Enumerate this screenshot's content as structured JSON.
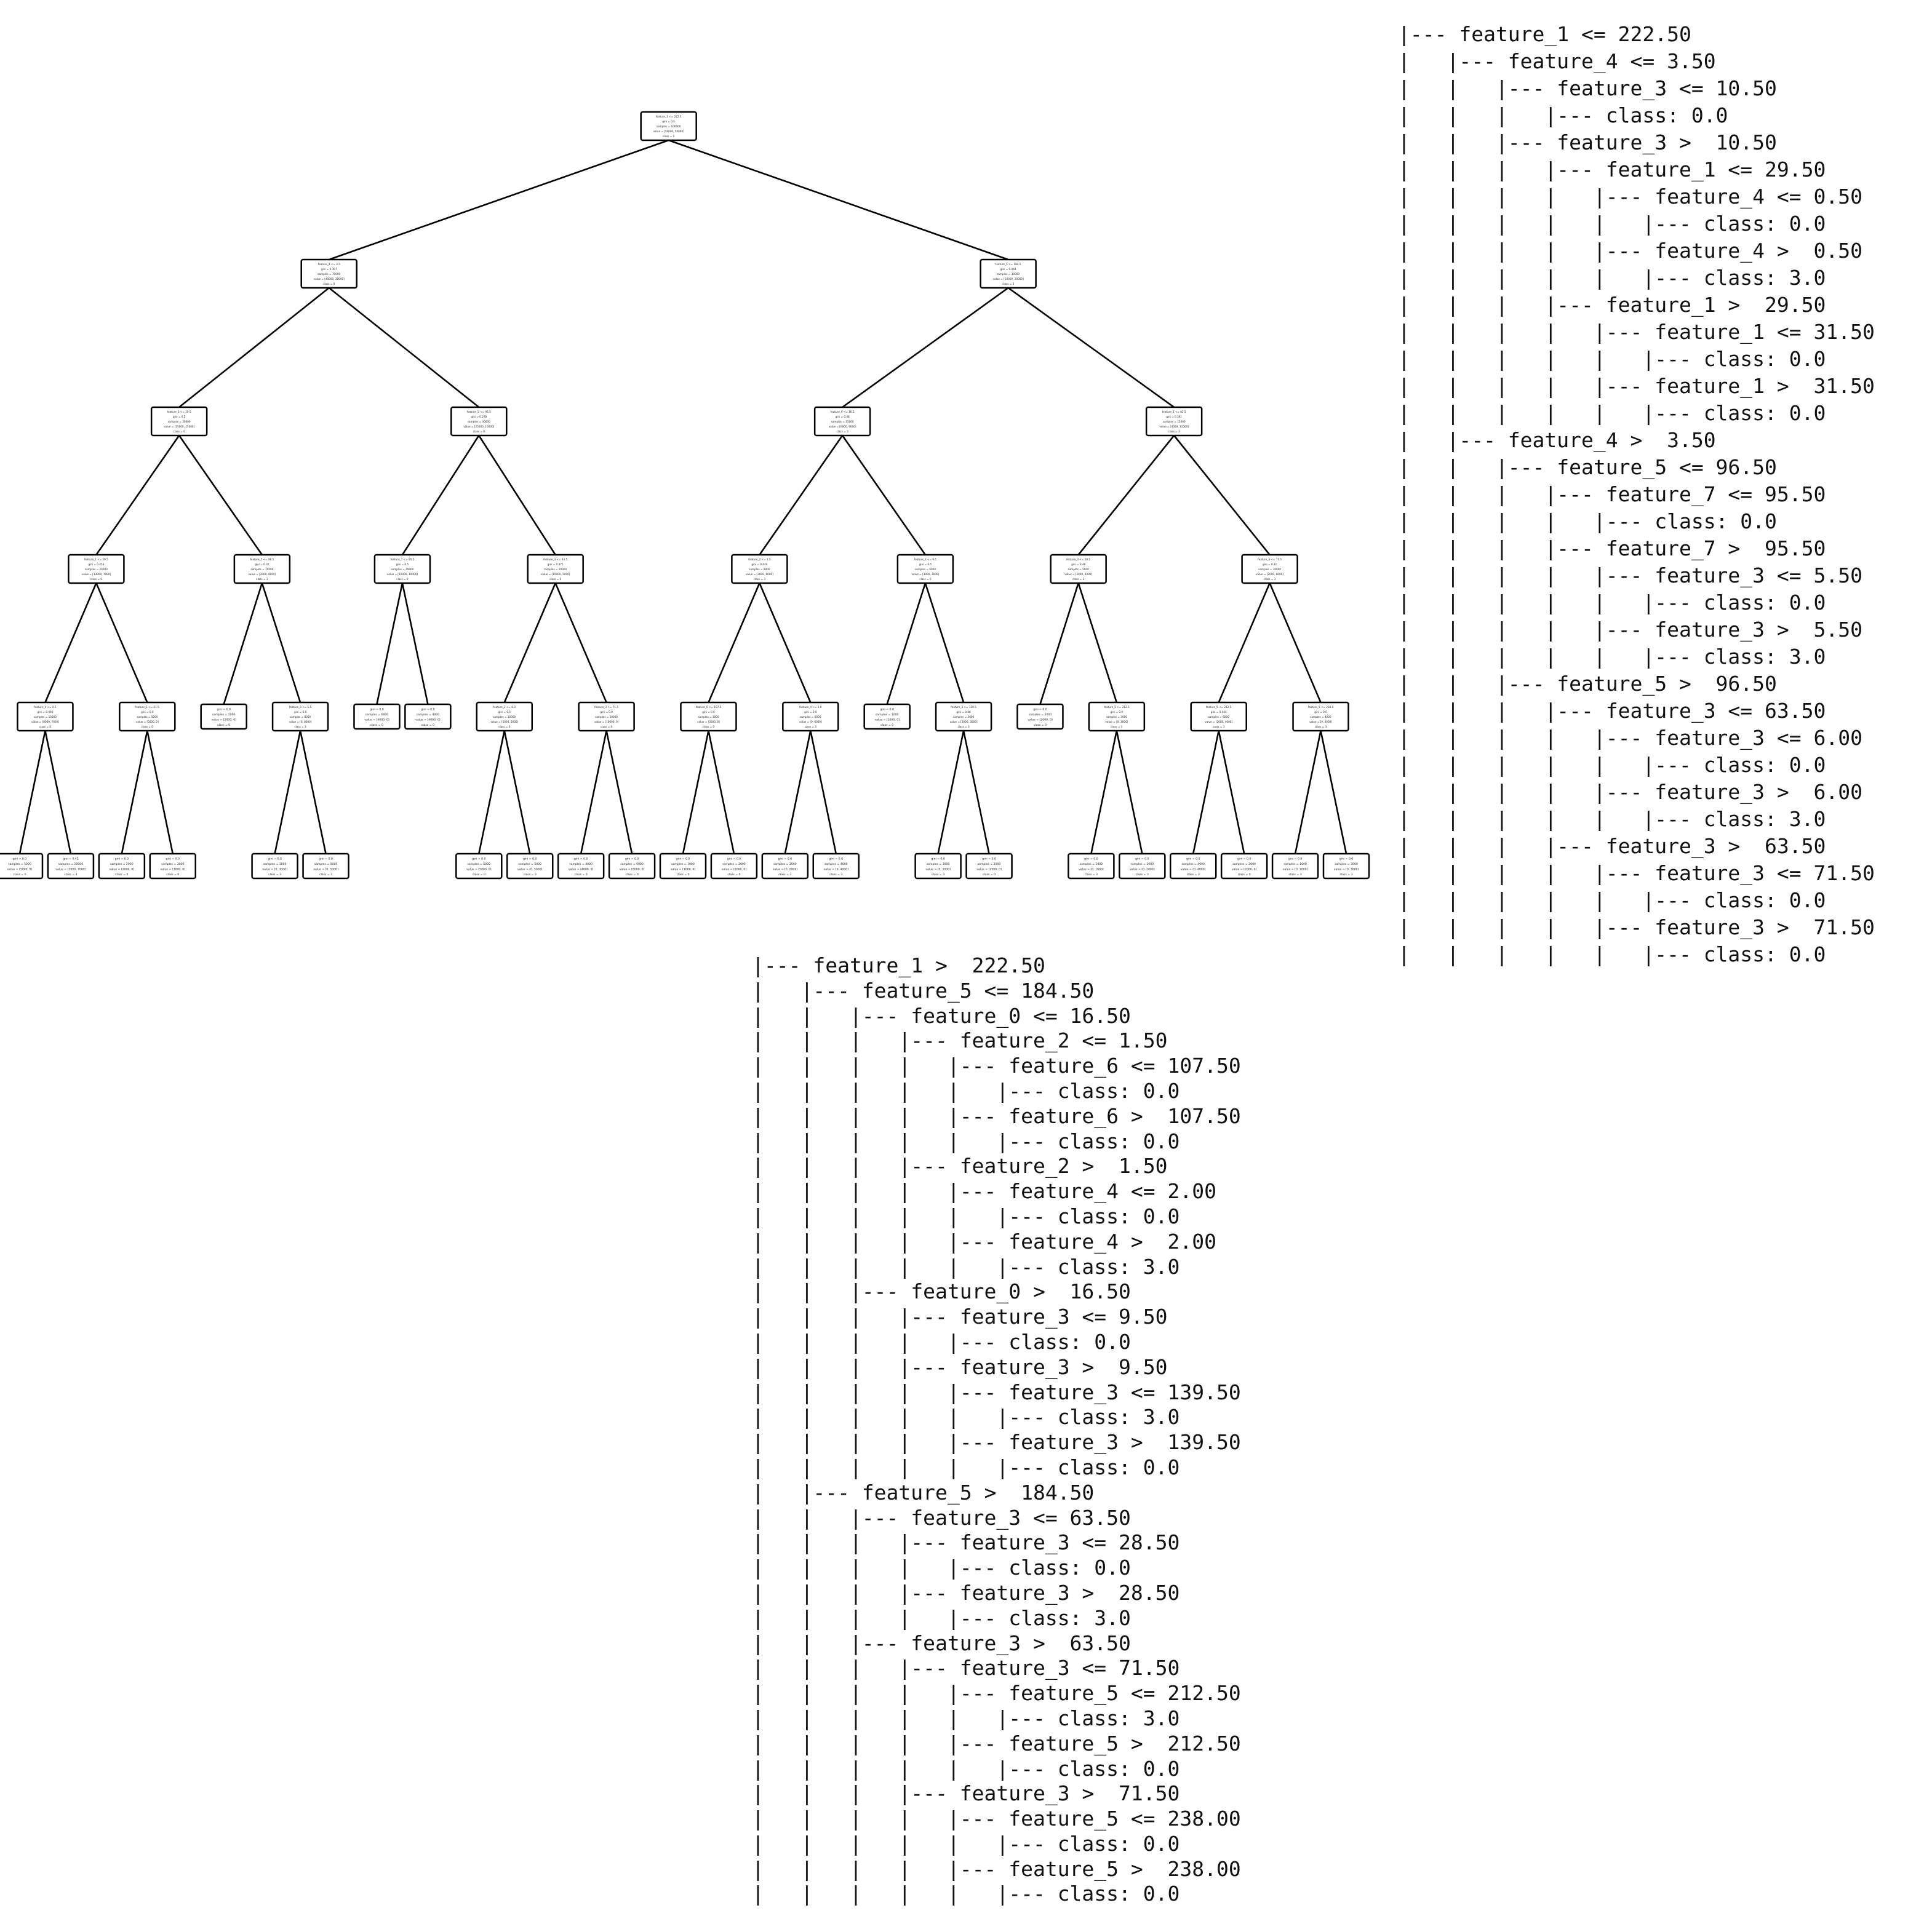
{
  "tree_diagram": {
    "root": {
      "lines": [
        "feature_1 <= 222.5",
        "gini = 0.5",
        "samples = 100000",
        "value = [50000, 50000]",
        "class = 0"
      ],
      "children": [
        {
          "lines": [
            "feature_4 <= 3.5",
            "gini = 0.397",
            "samples = 70000",
            "value = [40000, 30000]",
            "class = 0"
          ],
          "children": [
            {
              "lines": [
                "feature_3 <= 10.5",
                "gini = 0.5",
                "samples = 30000",
                "value = [15000, 15000]",
                "class = 0"
              ],
              "children": [
                {
                  "lines": [
                    "feature_1 <= 29.5",
                    "gini = 0.453",
                    "samples = 20000",
                    "value = [13000, 7000]",
                    "class = 0"
                  ],
                  "children": [
                    {
                      "lines": [
                        "feature_4 <= 0.5",
                        "gini = 0.494",
                        "samples = 15000",
                        "value = [8000, 7000]",
                        "class = 0"
                      ],
                      "children": [
                        {
                          "lines": [
                            "gini = 0.0",
                            "samples = 5000",
                            "value = [5000, 0]",
                            "class = 0"
                          ]
                        },
                        {
                          "lines": [
                            "gini = 0.42",
                            "samples = 10000",
                            "value = [3000, 7000]",
                            "class = 3"
                          ]
                        }
                      ]
                    },
                    {
                      "lines": [
                        "feature_1 <= 31.5",
                        "gini = 0.0",
                        "samples = 5000",
                        "value = [5000, 0]",
                        "class = 0"
                      ],
                      "children": [
                        {
                          "lines": [
                            "gini = 0.0",
                            "samples = 2000",
                            "value = [2000, 0]",
                            "class = 0"
                          ]
                        },
                        {
                          "lines": [
                            "gini = 0.0",
                            "samples = 3000",
                            "value = [3000, 0]",
                            "class = 0"
                          ]
                        }
                      ]
                    }
                  ]
                },
                {
                  "lines": [
                    "feature_5 <= 96.5",
                    "gini = 0.32",
                    "samples = 10000",
                    "value = [2000, 8000]",
                    "class = 3"
                  ],
                  "children": [
                    {
                      "lines": [
                        "gini = 0.0",
                        "samples = 2000",
                        "value = [2000, 0]",
                        "class = 0"
                      ]
                    },
                    {
                      "lines": [
                        "feature_3 <= 5.5",
                        "gini = 0.0",
                        "samples = 8000",
                        "value = [0, 8000]",
                        "class = 3"
                      ],
                      "children": [
                        {
                          "lines": [
                            "gini = 0.0",
                            "samples = 3000",
                            "value = [0, 3000]",
                            "class = 3"
                          ]
                        },
                        {
                          "lines": [
                            "gini = 0.0",
                            "samples = 5000",
                            "value = [0, 5000]",
                            "class = 3"
                          ]
                        }
                      ]
                    }
                  ]
                }
              ]
            },
            {
              "lines": [
                "feature_5 <= 96.5",
                "gini = 0.278",
                "samples = 40000",
                "value = [25000, 15000]",
                "class = 0"
              ],
              "children": [
                {
                  "lines": [
                    "feature_7 <= 95.5",
                    "gini = 0.5",
                    "samples = 20000",
                    "value = [10000, 10000]",
                    "class = 0"
                  ],
                  "children": [
                    {
                      "lines": [
                        "gini = 0.0",
                        "samples = 6000",
                        "value = [6000, 0]",
                        "class = 0"
                      ]
                    },
                    {
                      "lines": [
                        "gini = 0.0",
                        "samples = 4000",
                        "value = [4000, 0]",
                        "class = 0"
                      ]
                    }
                  ]
                },
                {
                  "lines": [
                    "feature_3 <= 63.5",
                    "gini = 0.375",
                    "samples = 20000",
                    "value = [15000, 5000]",
                    "class = 0"
                  ],
                  "children": [
                    {
                      "lines": [
                        "feature_3 <= 6.0",
                        "gini = 0.5",
                        "samples = 10000",
                        "value = [5000, 5000]",
                        "class = 0"
                      ],
                      "children": [
                        {
                          "lines": [
                            "gini = 0.0",
                            "samples = 5000",
                            "value = [5000, 0]",
                            "class = 0"
                          ]
                        },
                        {
                          "lines": [
                            "gini = 0.0",
                            "samples = 5000",
                            "value = [0, 5000]",
                            "class = 3"
                          ]
                        }
                      ]
                    },
                    {
                      "lines": [
                        "feature_3 <= 71.5",
                        "gini = 0.0",
                        "samples = 10000",
                        "value = [10000, 0]",
                        "class = 0"
                      ],
                      "children": [
                        {
                          "lines": [
                            "gini = 0.0",
                            "samples = 4000",
                            "value = [4000, 0]",
                            "class = 0"
                          ]
                        },
                        {
                          "lines": [
                            "gini = 0.0",
                            "samples = 6000",
                            "value = [6000, 0]",
                            "class = 0"
                          ]
                        }
                      ]
                    }
                  ]
                }
              ]
            }
          ]
        },
        {
          "lines": [
            "feature_5 <= 184.5",
            "gini = 0.444",
            "samples = 30000",
            "value = [10000, 20000]",
            "class = 3"
          ],
          "children": [
            {
              "lines": [
                "feature_0 <= 16.5",
                "gini = 0.48",
                "samples = 15000",
                "value = [6000, 9000]",
                "class = 3"
              ],
              "children": [
                {
                  "lines": [
                    "feature_2 <= 1.5",
                    "gini = 0.444",
                    "samples = 9000",
                    "value = [3000, 6000]",
                    "class = 3"
                  ],
                  "children": [
                    {
                      "lines": [
                        "feature_6 <= 107.5",
                        "gini = 0.0",
                        "samples = 3000",
                        "value = [3000, 0]",
                        "class = 0"
                      ],
                      "children": [
                        {
                          "lines": [
                            "gini = 0.0",
                            "samples = 1000",
                            "value = [1000, 0]",
                            "class = 0"
                          ]
                        },
                        {
                          "lines": [
                            "gini = 0.0",
                            "samples = 2000",
                            "value = [2000, 0]",
                            "class = 0"
                          ]
                        }
                      ]
                    },
                    {
                      "lines": [
                        "feature_4 <= 2.0",
                        "gini = 0.0",
                        "samples = 6000",
                        "value = [0, 6000]",
                        "class = 3"
                      ],
                      "children": [
                        {
                          "lines": [
                            "gini = 0.0",
                            "samples = 2000",
                            "value = [0, 2000]",
                            "class = 3"
                          ]
                        },
                        {
                          "lines": [
                            "gini = 0.0",
                            "samples = 4000",
                            "value = [0, 4000]",
                            "class = 3"
                          ]
                        }
                      ]
                    }
                  ]
                },
                {
                  "lines": [
                    "feature_3 <= 9.5",
                    "gini = 0.5",
                    "samples = 6000",
                    "value = [3000, 3000]",
                    "class = 0"
                  ],
                  "children": [
                    {
                      "lines": [
                        "gini = 0.0",
                        "samples = 1000",
                        "value = [1000, 0]",
                        "class = 0"
                      ]
                    },
                    {
                      "lines": [
                        "feature_3 <= 139.5",
                        "gini = 0.48",
                        "samples = 5000",
                        "value = [2000, 3000]",
                        "class = 3"
                      ],
                      "children": [
                        {
                          "lines": [
                            "gini = 0.0",
                            "samples = 3000",
                            "value = [0, 3000]",
                            "class = 3"
                          ]
                        },
                        {
                          "lines": [
                            "gini = 0.0",
                            "samples = 2000",
                            "value = [2000, 0]",
                            "class = 0"
                          ]
                        }
                      ]
                    }
                  ]
                }
              ]
            },
            {
              "lines": [
                "feature_3 <= 63.5",
                "gini = 0.391",
                "samples = 15000",
                "value = [4000, 11000]",
                "class = 3"
              ],
              "children": [
                {
                  "lines": [
                    "feature_3 <= 28.5",
                    "gini = 0.48",
                    "samples = 5000",
                    "value = [2000, 3000]",
                    "class = 3"
                  ],
                  "children": [
                    {
                      "lines": [
                        "gini = 0.0",
                        "samples = 2000",
                        "value = [2000, 0]",
                        "class = 0"
                      ]
                    },
                    {
                      "lines": [
                        "feature_5 <= 212.5",
                        "gini = 0.0",
                        "samples = 3000",
                        "value = [0, 3000]",
                        "class = 3"
                      ],
                      "children": [
                        {
                          "lines": [
                            "gini = 0.0",
                            "samples = 1000",
                            "value = [0, 1000]",
                            "class = 3"
                          ]
                        },
                        {
                          "lines": [
                            "gini = 0.0",
                            "samples = 2000",
                            "value = [0, 2000]",
                            "class = 3"
                          ]
                        }
                      ]
                    }
                  ]
                },
                {
                  "lines": [
                    "feature_3 <= 71.5",
                    "gini = 0.32",
                    "samples = 10000",
                    "value = [2000, 8000]",
                    "class = 3"
                  ],
                  "children": [
                    {
                      "lines": [
                        "feature_5 <= 212.5",
                        "gini = 0.444",
                        "samples = 6000",
                        "value = [2000, 4000]",
                        "class = 3"
                      ],
                      "children": [
                        {
                          "lines": [
                            "gini = 0.0",
                            "samples = 4000",
                            "value = [0, 4000]",
                            "class = 3"
                          ]
                        },
                        {
                          "lines": [
                            "gini = 0.0",
                            "samples = 2000",
                            "value = [2000, 0]",
                            "class = 0"
                          ]
                        }
                      ]
                    },
                    {
                      "lines": [
                        "feature_5 <= 238.0",
                        "gini = 0.0",
                        "samples = 4000",
                        "value = [0, 4000]",
                        "class = 3"
                      ],
                      "children": [
                        {
                          "lines": [
                            "gini = 0.0",
                            "samples = 1000",
                            "value = [0, 1000]",
                            "class = 3"
                          ]
                        },
                        {
                          "lines": [
                            "gini = 0.0",
                            "samples = 3000",
                            "value = [0, 3000]",
                            "class = 3"
                          ]
                        }
                      ]
                    }
                  ]
                }
              ]
            }
          ]
        }
      ]
    }
  },
  "text_tree_top": [
    "|--- feature_1 <= 222.50",
    "|   |--- feature_4 <= 3.50",
    "|   |   |--- feature_3 <= 10.50",
    "|   |   |   |--- class: 0.0",
    "|   |   |--- feature_3 >  10.50",
    "|   |   |   |--- feature_1 <= 29.50",
    "|   |   |   |   |--- feature_4 <= 0.50",
    "|   |   |   |   |   |--- class: 0.0",
    "|   |   |   |   |--- feature_4 >  0.50",
    "|   |   |   |   |   |--- class: 3.0",
    "|   |   |   |--- feature_1 >  29.50",
    "|   |   |   |   |--- feature_1 <= 31.50",
    "|   |   |   |   |   |--- class: 0.0",
    "|   |   |   |   |--- feature_1 >  31.50",
    "|   |   |   |   |   |--- class: 0.0",
    "|   |--- feature_4 >  3.50",
    "|   |   |--- feature_5 <= 96.50",
    "|   |   |   |--- feature_7 <= 95.50",
    "|   |   |   |   |--- class: 0.0",
    "|   |   |   |--- feature_7 >  95.50",
    "|   |   |   |   |--- feature_3 <= 5.50",
    "|   |   |   |   |   |--- class: 0.0",
    "|   |   |   |   |--- feature_3 >  5.50",
    "|   |   |   |   |   |--- class: 3.0",
    "|   |   |--- feature_5 >  96.50",
    "|   |   |   |--- feature_3 <= 63.50",
    "|   |   |   |   |--- feature_3 <= 6.00",
    "|   |   |   |   |   |--- class: 0.0",
    "|   |   |   |   |--- feature_3 >  6.00",
    "|   |   |   |   |   |--- class: 3.0",
    "|   |   |   |--- feature_3 >  63.50",
    "|   |   |   |   |--- feature_3 <= 71.50",
    "|   |   |   |   |   |--- class: 0.0",
    "|   |   |   |   |--- feature_3 >  71.50",
    "|   |   |   |   |   |--- class: 0.0"
  ],
  "text_tree_bottom": [
    "|--- feature_1 >  222.50",
    "|   |--- feature_5 <= 184.50",
    "|   |   |--- feature_0 <= 16.50",
    "|   |   |   |--- feature_2 <= 1.50",
    "|   |   |   |   |--- feature_6 <= 107.50",
    "|   |   |   |   |   |--- class: 0.0",
    "|   |   |   |   |--- feature_6 >  107.50",
    "|   |   |   |   |   |--- class: 0.0",
    "|   |   |   |--- feature_2 >  1.50",
    "|   |   |   |   |--- feature_4 <= 2.00",
    "|   |   |   |   |   |--- class: 0.0",
    "|   |   |   |   |--- feature_4 >  2.00",
    "|   |   |   |   |   |--- class: 3.0",
    "|   |   |--- feature_0 >  16.50",
    "|   |   |   |--- feature_3 <= 9.50",
    "|   |   |   |   |--- class: 0.0",
    "|   |   |   |--- feature_3 >  9.50",
    "|   |   |   |   |--- feature_3 <= 139.50",
    "|   |   |   |   |   |--- class: 3.0",
    "|   |   |   |   |--- feature_3 >  139.50",
    "|   |   |   |   |   |--- class: 0.0",
    "|   |--- feature_5 >  184.50",
    "|   |   |--- feature_3 <= 63.50",
    "|   |   |   |--- feature_3 <= 28.50",
    "|   |   |   |   |--- class: 0.0",
    "|   |   |   |--- feature_3 >  28.50",
    "|   |   |   |   |--- class: 3.0",
    "|   |   |--- feature_3 >  63.50",
    "|   |   |   |--- feature_3 <= 71.50",
    "|   |   |   |   |--- feature_5 <= 212.50",
    "|   |   |   |   |   |--- class: 3.0",
    "|   |   |   |   |--- feature_5 >  212.50",
    "|   |   |   |   |   |--- class: 0.0",
    "|   |   |   |--- feature_3 >  71.50",
    "|   |   |   |   |--- feature_5 <= 238.00",
    "|   |   |   |   |   |--- class: 0.0",
    "|   |   |   |   |--- feature_5 >  238.00",
    "|   |   |   |   |   |--- class: 0.0"
  ]
}
